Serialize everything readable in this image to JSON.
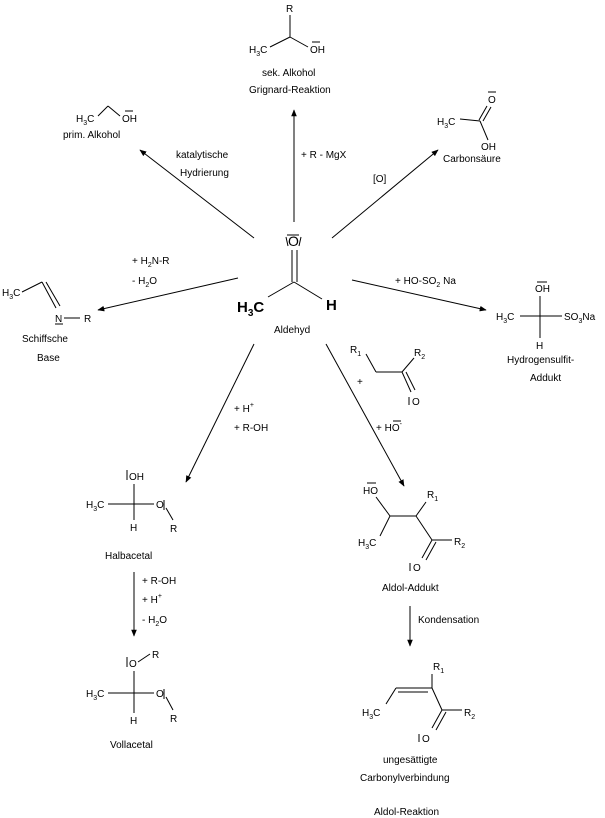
{
  "center": {
    "oxygen": "O",
    "lone_pair_marks": "‾",
    "methyl_h": "H",
    "methyl_sub": "3",
    "methyl_c": "C",
    "aldehyde_h": "H",
    "name": "Aldehyd"
  },
  "grignard": {
    "reagent": "+ R - MgX",
    "name1": "sek. Alkohol",
    "name2": "Grignard-Reaktion",
    "r": "R",
    "h3c": "H",
    "h3c_sub": "3",
    "h3c_c": "C",
    "oh": "OH"
  },
  "hydrierung": {
    "reagent1": "katalytische",
    "reagent2": "Hydrierung",
    "name": "prim. Alkohol",
    "h3c": "H",
    "h3c_sub": "3",
    "h3c_c": "C",
    "oh": "OH"
  },
  "oxidation": {
    "reagent": "[O]",
    "name": "Carbonsäure",
    "h3c": "H",
    "h3c_sub": "3",
    "h3c_c": "C",
    "o": "O",
    "oh": "OH"
  },
  "schiff": {
    "reagent1": "+  H",
    "reagent1_sub": "2",
    "reagent1_rest": "N-R",
    "reagent2": "-  H",
    "reagent2_sub": "2",
    "reagent2_rest": "O",
    "name1": "Schiffsche",
    "name2": "Base",
    "h3c": "H",
    "h3c_sub": "3",
    "h3c_c": "C",
    "n": "N",
    "r": "R"
  },
  "hydrogensulfit": {
    "reagent": "+  HO-SO",
    "reagent_sub": "2",
    "reagent_rest": " Na",
    "name1": "Hydrogensulfit-",
    "name2": "Addukt",
    "h3c": "H",
    "h3c_sub": "3",
    "h3c_c": "C",
    "oh": "OH",
    "so3": "SO",
    "so3_sub": "3",
    "so3_rest": "Na",
    "h": "H"
  },
  "halbacetal": {
    "reagent1": "+  H",
    "reagent1_sup": "+",
    "reagent2": "+  R-OH",
    "name": "Halbacetal",
    "oh": "OH",
    "h3c": "H",
    "h3c_sub": "3",
    "h3c_c": "C",
    "o": "O",
    "r": "R",
    "h": "H"
  },
  "vollacetal": {
    "reagent1": "+  R-OH",
    "reagent2": "+  H",
    "reagent2_sup": "+",
    "reagent3": "-  H",
    "reagent3_sub": "2",
    "reagent3_rest": "O",
    "name": "Vollacetal",
    "o_top": "O",
    "r_top": "R",
    "h3c": "H",
    "h3c_sub": "3",
    "h3c_c": "C",
    "o": "O",
    "r": "R",
    "h": "H"
  },
  "aldol": {
    "reagent_plus": "+",
    "r1": "R",
    "r1_sub": "1",
    "r2": "R",
    "r2_sub": "2",
    "o": "O",
    "reagent2": "+  HO",
    "reagent2_sup": "-",
    "adduct_name": "Aldol-Addukt",
    "adduct_ho": "HO",
    "adduct_r1": "R",
    "adduct_r1_sub": "1",
    "adduct_h3c": "H",
    "adduct_h3c_sub": "3",
    "adduct_h3c_c": "C",
    "adduct_o": "O",
    "adduct_r2": "R",
    "adduct_r2_sub": "2",
    "kondensation": "Kondensation",
    "product_r1": "R",
    "product_r1_sub": "1",
    "product_h3c": "H",
    "product_h3c_sub": "3",
    "product_h3c_c": "C",
    "product_o": "O",
    "product_r2": "R",
    "product_r2_sub": "2",
    "product_name1": "ungesättigte",
    "product_name2": "Carbonylverbindung",
    "reaction_name": "Aldol-Reaktion"
  }
}
